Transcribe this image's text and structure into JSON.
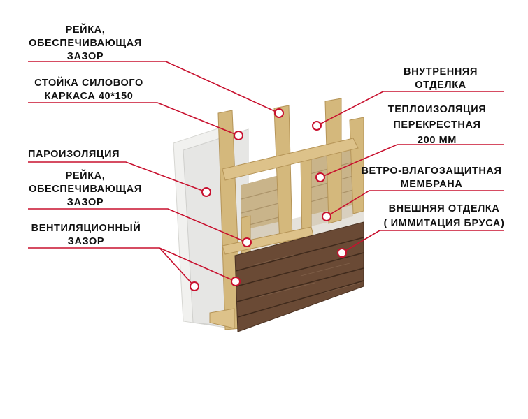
{
  "colors": {
    "leader": "#c8102e",
    "wood": "#d4b87c",
    "wood_edge": "#b59457",
    "siding": "#6a4a35",
    "insulation": "#c9b48a",
    "board": "#f1f1ef"
  },
  "labels": {
    "rail_top": [
      "РЕЙКА,",
      "ОБЕСПЕЧИВАЮЩАЯ",
      "ЗАЗОР"
    ],
    "frame_post": [
      "СТОЙКА СИЛОВОГО",
      "КАРКАСА 40*150"
    ],
    "vapor_barrier": [
      "ПАРОИЗОЛЯЦИЯ"
    ],
    "rail_mid": [
      "РЕЙКА,",
      "ОБЕСПЕЧИВАЮЩАЯ",
      "ЗАЗОР"
    ],
    "vent_gap": [
      "ВЕНТИЛЯЦИОННЫЙ",
      "ЗАЗОР"
    ],
    "inner_finish": [
      "ВНУТРЕННЯЯ",
      "ОТДЕЛКА"
    ],
    "insulation": [
      "ТЕПЛОИЗОЛЯЦИЯ",
      "ПЕРЕКРЕСТНАЯ",
      "200 ММ"
    ],
    "membrane": [
      "ВЕТРО-ВЛАГОЗАЩИТНАЯ",
      "МЕМБРАНА"
    ],
    "outer_finish": [
      "ВНЕШНЯЯ ОТДЕЛКА",
      "( ИММИТАЦИЯ БРУСА)"
    ]
  }
}
